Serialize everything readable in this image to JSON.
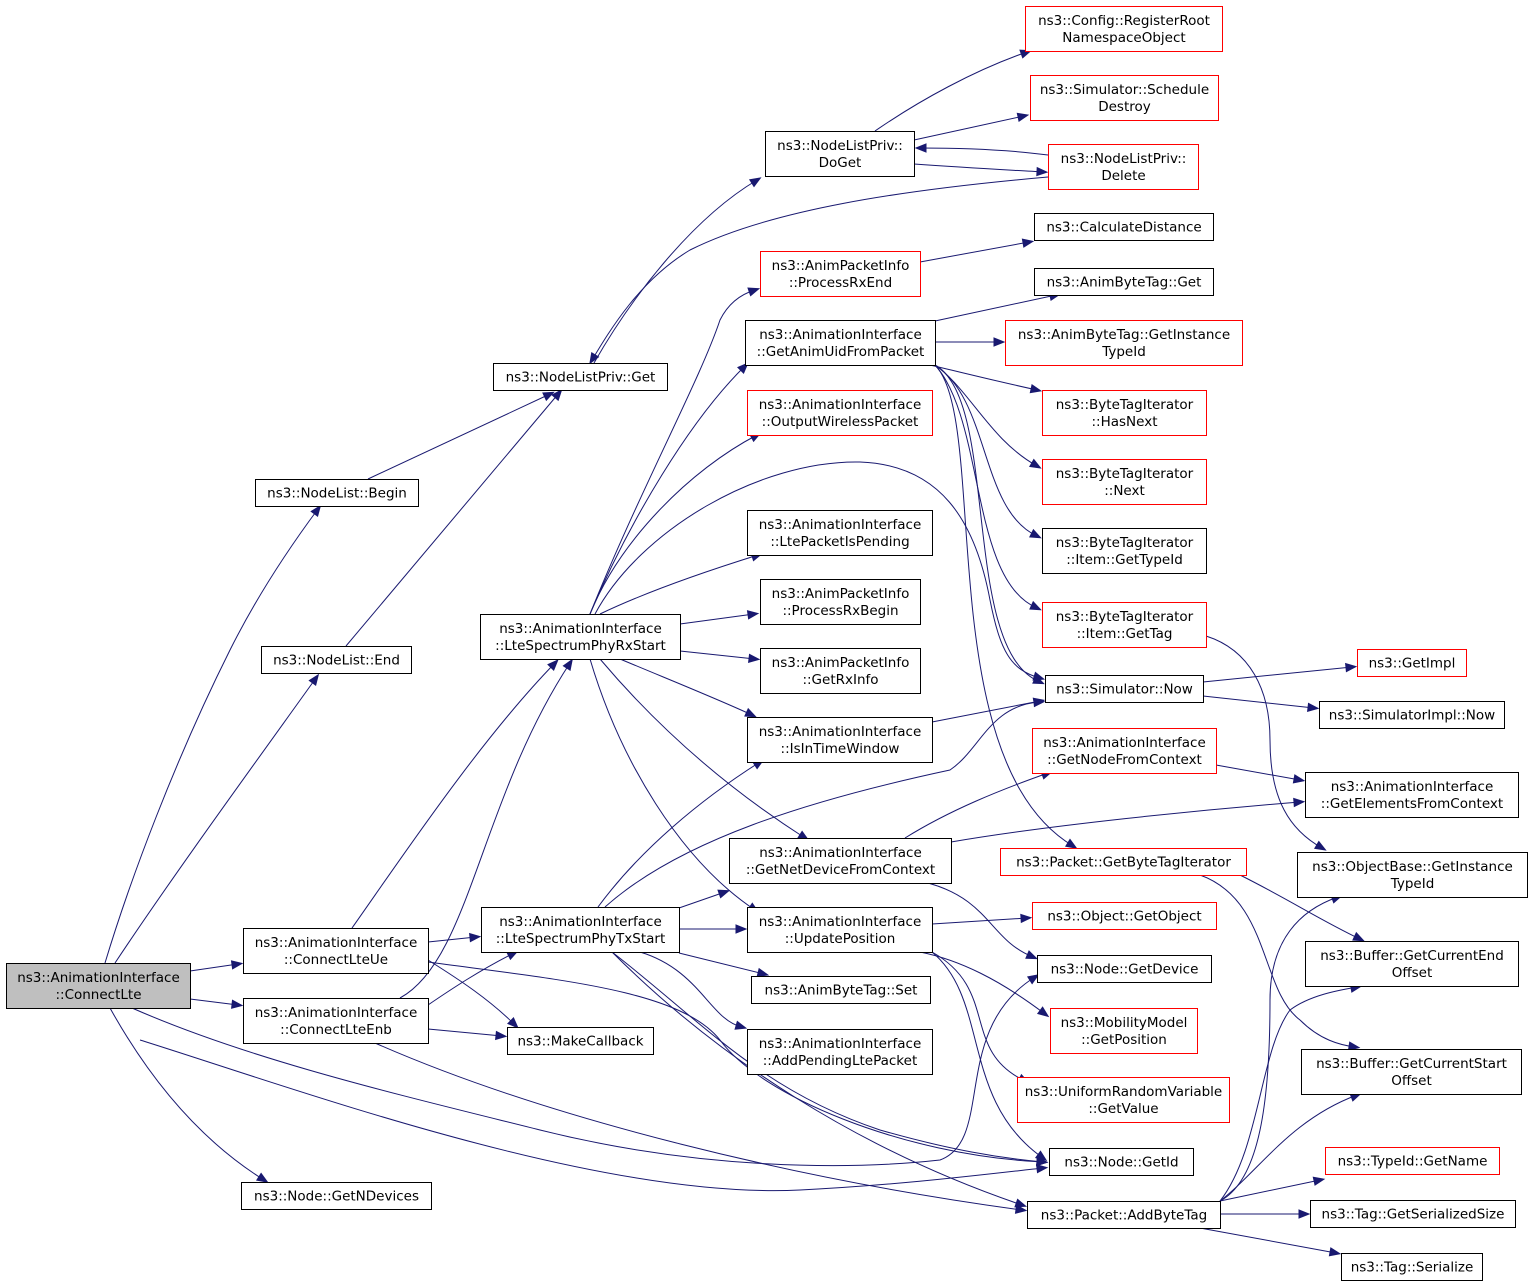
{
  "colors": {
    "edge": "#191970",
    "root_fill": "#bfbfbf",
    "border_complete": "#000000",
    "border_truncated": "#ff0000",
    "node_fill": "#ffffff"
  },
  "nodes": {
    "connectlte": {
      "lines": [
        "ns3::AnimationInterface",
        "::ConnectLte"
      ],
      "style": "root"
    },
    "nodelist_begin": {
      "lines": [
        "ns3::NodeList::Begin"
      ],
      "style": "complete"
    },
    "nodelist_end": {
      "lines": [
        "ns3::NodeList::End"
      ],
      "style": "complete"
    },
    "nodelistpriv_get": {
      "lines": [
        "ns3::NodeListPriv::Get"
      ],
      "style": "complete"
    },
    "nodelistpriv_doget": {
      "lines": [
        "ns3::NodeListPriv::",
        "DoGet"
      ],
      "style": "complete"
    },
    "config_registerroot": {
      "lines": [
        "ns3::Config::RegisterRoot",
        "NamespaceObject"
      ],
      "style": "truncated"
    },
    "simulator_scheduledestroy": {
      "lines": [
        "ns3::Simulator::Schedule",
        "Destroy"
      ],
      "style": "truncated"
    },
    "nodelistpriv_delete": {
      "lines": [
        "ns3::NodeListPriv::",
        "Delete"
      ],
      "style": "truncated"
    },
    "calculatedistance": {
      "lines": [
        "ns3::CalculateDistance"
      ],
      "style": "complete"
    },
    "animpacketinfo_processrxend": {
      "lines": [
        "ns3::AnimPacketInfo",
        "::ProcessRxEnd"
      ],
      "style": "truncated"
    },
    "animbytetag_get": {
      "lines": [
        "ns3::AnimByteTag::Get"
      ],
      "style": "complete"
    },
    "getanimuidfrompacket": {
      "lines": [
        "ns3::AnimationInterface",
        "::GetAnimUidFromPacket"
      ],
      "style": "complete"
    },
    "animbytetag_getinstancetypeid": {
      "lines": [
        "ns3::AnimByteTag::GetInstance",
        "TypeId"
      ],
      "style": "truncated"
    },
    "outputwirelesspacket": {
      "lines": [
        "ns3::AnimationInterface",
        "::OutputWirelessPacket"
      ],
      "style": "truncated"
    },
    "bytetagiterator_hasnext": {
      "lines": [
        "ns3::ByteTagIterator",
        "::HasNext"
      ],
      "style": "truncated"
    },
    "bytetagiterator_next": {
      "lines": [
        "ns3::ByteTagIterator",
        "::Next"
      ],
      "style": "truncated"
    },
    "ltepacketispending": {
      "lines": [
        "ns3::AnimationInterface",
        "::LtePacketIsPending"
      ],
      "style": "complete"
    },
    "bytetagiterator_item_gettypeid": {
      "lines": [
        "ns3::ByteTagIterator",
        "::Item::GetTypeId"
      ],
      "style": "complete"
    },
    "animpacketinfo_processrxbegin": {
      "lines": [
        "ns3::AnimPacketInfo",
        "::ProcessRxBegin"
      ],
      "style": "complete"
    },
    "ltespectrumphyrxstart": {
      "lines": [
        "ns3::AnimationInterface",
        "::LteSpectrumPhyRxStart"
      ],
      "style": "complete"
    },
    "bytetagiterator_item_gettag": {
      "lines": [
        "ns3::ByteTagIterator",
        "::Item::GetTag"
      ],
      "style": "truncated"
    },
    "animpacketinfo_getrxinfo": {
      "lines": [
        "ns3::AnimPacketInfo",
        "::GetRxInfo"
      ],
      "style": "complete"
    },
    "getimpl": {
      "lines": [
        "ns3::GetImpl"
      ],
      "style": "truncated"
    },
    "simulator_now": {
      "lines": [
        "ns3::Simulator::Now"
      ],
      "style": "complete"
    },
    "simulatorimpl_now": {
      "lines": [
        "ns3::SimulatorImpl::Now"
      ],
      "style": "complete"
    },
    "isintimewindow": {
      "lines": [
        "ns3::AnimationInterface",
        "::IsInTimeWindow"
      ],
      "style": "complete"
    },
    "getnodefromcontext": {
      "lines": [
        "ns3::AnimationInterface",
        "::GetNodeFromContext"
      ],
      "style": "truncated"
    },
    "getelementsfromcontext": {
      "lines": [
        "ns3::AnimationInterface",
        "::GetElementsFromContext"
      ],
      "style": "complete"
    },
    "getnetdevicefromcontext": {
      "lines": [
        "ns3::AnimationInterface",
        "::GetNetDeviceFromContext"
      ],
      "style": "complete"
    },
    "packet_getbytetagiterator": {
      "lines": [
        "ns3::Packet::GetByteTagIterator"
      ],
      "style": "truncated"
    },
    "objectbase_getinstancetypeid": {
      "lines": [
        "ns3::ObjectBase::GetInstance",
        "TypeId"
      ],
      "style": "complete"
    },
    "connectlteue": {
      "lines": [
        "ns3::AnimationInterface",
        "::ConnectLteUe"
      ],
      "style": "complete"
    },
    "ltespectrumphytxstart": {
      "lines": [
        "ns3::AnimationInterface",
        "::LteSpectrumPhyTxStart"
      ],
      "style": "complete"
    },
    "updateposition": {
      "lines": [
        "ns3::AnimationInterface",
        "::UpdatePosition"
      ],
      "style": "complete"
    },
    "object_getobject": {
      "lines": [
        "ns3::Object::GetObject"
      ],
      "style": "truncated"
    },
    "node_getdevice": {
      "lines": [
        "ns3::Node::GetDevice"
      ],
      "style": "complete"
    },
    "buffer_getcurrentendoffset": {
      "lines": [
        "ns3::Buffer::GetCurrentEnd",
        "Offset"
      ],
      "style": "complete"
    },
    "animbytetag_set": {
      "lines": [
        "ns3::AnimByteTag::Set"
      ],
      "style": "complete"
    },
    "connectlteenb": {
      "lines": [
        "ns3::AnimationInterface",
        "::ConnectLteEnb"
      ],
      "style": "complete"
    },
    "makecallback": {
      "lines": [
        "ns3::MakeCallback"
      ],
      "style": "complete"
    },
    "mobilitymodel_getposition": {
      "lines": [
        "ns3::MobilityModel",
        "::GetPosition"
      ],
      "style": "truncated"
    },
    "addpendingltepacket": {
      "lines": [
        "ns3::AnimationInterface",
        "::AddPendingLtePacket"
      ],
      "style": "complete"
    },
    "buffer_getcurrentstartoffset": {
      "lines": [
        "ns3::Buffer::GetCurrentStart",
        "Offset"
      ],
      "style": "complete"
    },
    "uniformrandomvariable_getvalue": {
      "lines": [
        "ns3::UniformRandomVariable",
        "::GetValue"
      ],
      "style": "truncated"
    },
    "node_getid": {
      "lines": [
        "ns3::Node::GetId"
      ],
      "style": "complete"
    },
    "typeid_getname": {
      "lines": [
        "ns3::TypeId::GetName"
      ],
      "style": "truncated"
    },
    "node_getndevices": {
      "lines": [
        "ns3::Node::GetNDevices"
      ],
      "style": "complete"
    },
    "packet_addbytetag": {
      "lines": [
        "ns3::Packet::AddByteTag"
      ],
      "style": "complete"
    },
    "tag_getserializedsize": {
      "lines": [
        "ns3::Tag::GetSerializedSize"
      ],
      "style": "complete"
    },
    "tag_serialize": {
      "lines": [
        "ns3::Tag::Serialize"
      ],
      "style": "complete"
    }
  },
  "edges": [
    [
      "connectlte",
      "nodelist_begin"
    ],
    [
      "connectlte",
      "nodelist_end"
    ],
    [
      "connectlte",
      "connectlteue"
    ],
    [
      "connectlte",
      "connectlteenb"
    ],
    [
      "connectlte",
      "node_getndevices"
    ],
    [
      "connectlte",
      "node_getdevice"
    ],
    [
      "connectlte",
      "node_getid"
    ],
    [
      "nodelist_begin",
      "nodelistpriv_get"
    ],
    [
      "nodelist_end",
      "nodelistpriv_get"
    ],
    [
      "nodelistpriv_get",
      "nodelistpriv_doget"
    ],
    [
      "nodelistpriv_doget",
      "config_registerroot"
    ],
    [
      "nodelistpriv_doget",
      "simulator_scheduledestroy"
    ],
    [
      "nodelistpriv_doget",
      "nodelistpriv_delete"
    ],
    [
      "nodelistpriv_delete",
      "nodelistpriv_doget"
    ],
    [
      "nodelistpriv_delete",
      "nodelistpriv_get"
    ],
    [
      "connectlteue",
      "ltespectrumphyrxstart"
    ],
    [
      "connectlteue",
      "ltespectrumphytxstart"
    ],
    [
      "connectlteue",
      "makecallback"
    ],
    [
      "connectlteue",
      "node_getid"
    ],
    [
      "connectlteenb",
      "ltespectrumphyrxstart"
    ],
    [
      "connectlteenb",
      "ltespectrumphytxstart"
    ],
    [
      "connectlteenb",
      "makecallback"
    ],
    [
      "connectlteenb",
      "packet_addbytetag"
    ],
    [
      "ltespectrumphyrxstart",
      "animpacketinfo_processrxend"
    ],
    [
      "ltespectrumphyrxstart",
      "getanimuidfrompacket"
    ],
    [
      "ltespectrumphyrxstart",
      "outputwirelesspacket"
    ],
    [
      "ltespectrumphyrxstart",
      "ltepacketispending"
    ],
    [
      "ltespectrumphyrxstart",
      "animpacketinfo_processrxbegin"
    ],
    [
      "ltespectrumphyrxstart",
      "animpacketinfo_getrxinfo"
    ],
    [
      "ltespectrumphyrxstart",
      "isintimewindow"
    ],
    [
      "ltespectrumphyrxstart",
      "getnetdevicefromcontext"
    ],
    [
      "ltespectrumphyrxstart",
      "updateposition"
    ],
    [
      "ltespectrumphyrxstart",
      "simulator_now"
    ],
    [
      "animpacketinfo_processrxend",
      "calculatedistance"
    ],
    [
      "getanimuidfrompacket",
      "animbytetag_get"
    ],
    [
      "getanimuidfrompacket",
      "animbytetag_getinstancetypeid"
    ],
    [
      "getanimuidfrompacket",
      "bytetagiterator_hasnext"
    ],
    [
      "getanimuidfrompacket",
      "bytetagiterator_next"
    ],
    [
      "getanimuidfrompacket",
      "bytetagiterator_item_gettypeid"
    ],
    [
      "getanimuidfrompacket",
      "bytetagiterator_item_gettag"
    ],
    [
      "getanimuidfrompacket",
      "packet_getbytetagiterator"
    ],
    [
      "getanimuidfrompacket",
      "simulator_now"
    ],
    [
      "bytetagiterator_item_gettag",
      "objectbase_getinstancetypeid"
    ],
    [
      "simulator_now",
      "getimpl"
    ],
    [
      "simulator_now",
      "simulatorimpl_now"
    ],
    [
      "isintimewindow",
      "simulator_now"
    ],
    [
      "getnetdevicefromcontext",
      "getnodefromcontext"
    ],
    [
      "getnetdevicefromcontext",
      "getelementsfromcontext"
    ],
    [
      "getnetdevicefromcontext",
      "node_getdevice"
    ],
    [
      "getnodefromcontext",
      "getelementsfromcontext"
    ],
    [
      "packet_getbytetagiterator",
      "buffer_getcurrentendoffset"
    ],
    [
      "packet_getbytetagiterator",
      "buffer_getcurrentstartoffset"
    ],
    [
      "ltespectrumphytxstart",
      "isintimewindow"
    ],
    [
      "ltespectrumphytxstart",
      "simulator_now"
    ],
    [
      "ltespectrumphytxstart",
      "getnetdevicefromcontext"
    ],
    [
      "ltespectrumphytxstart",
      "updateposition"
    ],
    [
      "ltespectrumphytxstart",
      "animbytetag_set"
    ],
    [
      "ltespectrumphytxstart",
      "addpendingltepacket"
    ],
    [
      "ltespectrumphytxstart",
      "node_getid"
    ],
    [
      "ltespectrumphytxstart",
      "packet_addbytetag"
    ],
    [
      "updateposition",
      "object_getobject"
    ],
    [
      "updateposition",
      "mobilitymodel_getposition"
    ],
    [
      "updateposition",
      "uniformrandomvariable_getvalue"
    ],
    [
      "updateposition",
      "node_getid"
    ],
    [
      "packet_addbytetag",
      "typeid_getname"
    ],
    [
      "packet_addbytetag",
      "tag_getserializedsize"
    ],
    [
      "packet_addbytetag",
      "tag_serialize"
    ],
    [
      "packet_addbytetag",
      "objectbase_getinstancetypeid"
    ],
    [
      "packet_addbytetag",
      "buffer_getcurrentendoffset"
    ],
    [
      "packet_addbytetag",
      "buffer_getcurrentstartoffset"
    ]
  ]
}
